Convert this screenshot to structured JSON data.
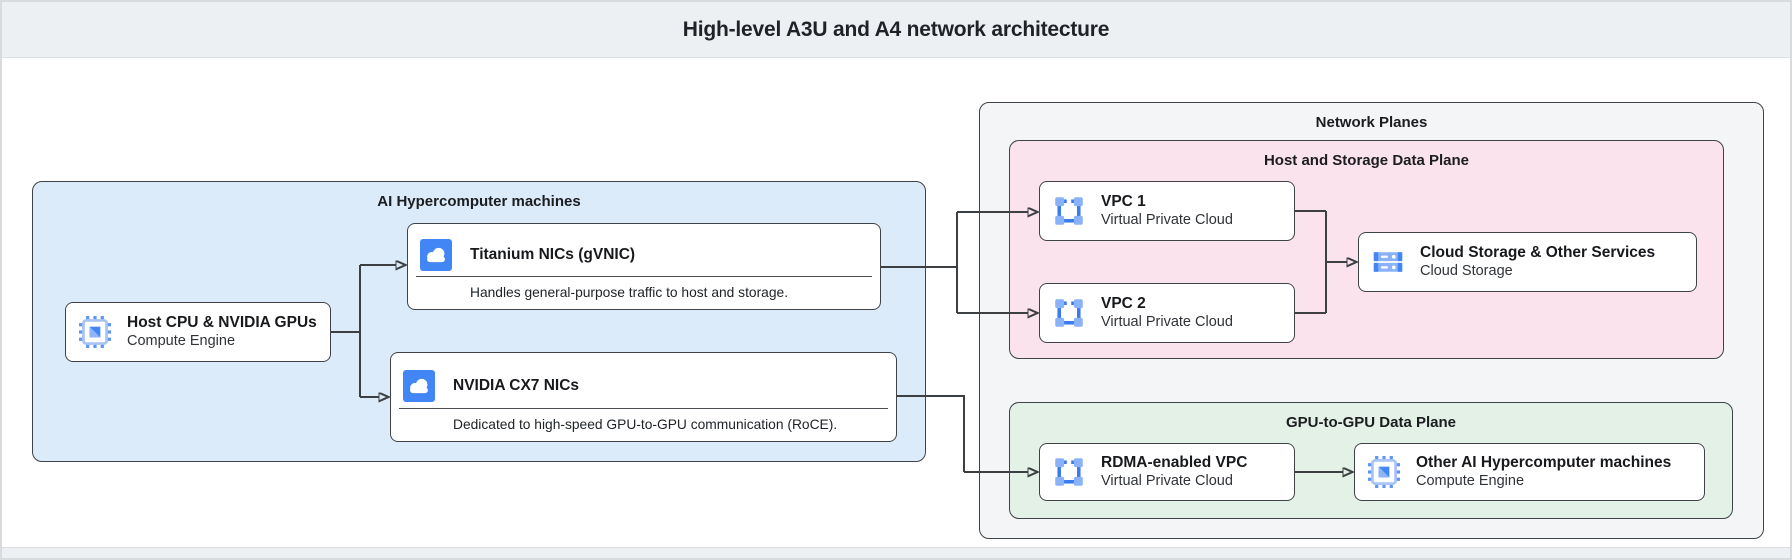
{
  "header": {
    "title": "High-level A3U and A4 network architecture"
  },
  "containers": {
    "ai_machines": {
      "label": "AI Hypercomputer machines"
    },
    "network_planes": {
      "label": "Network Planes"
    },
    "host_storage_plane": {
      "label": "Host and Storage Data Plane"
    },
    "gpu_plane": {
      "label": "GPU-to-GPU Data Plane"
    }
  },
  "nodes": {
    "host_cpu": {
      "title": "Host CPU & NVIDIA GPUs",
      "subtitle": "Compute Engine",
      "icon": "compute-engine-icon"
    },
    "titanium_nics": {
      "title": "Titanium NICs (gVNIC)",
      "description": "Handles general-purpose traffic to host and storage.",
      "icon": "cloud-nic-icon"
    },
    "nvidia_cx7_nics": {
      "title": "NVIDIA CX7 NICs",
      "description": "Dedicated to high-speed GPU-to-GPU communication (RoCE).",
      "icon": "cloud-nic-icon"
    },
    "vpc1": {
      "title": "VPC 1",
      "subtitle": "Virtual Private Cloud",
      "icon": "vpc-icon"
    },
    "vpc2": {
      "title": "VPC 2",
      "subtitle": "Virtual Private Cloud",
      "icon": "vpc-icon"
    },
    "cloud_storage": {
      "title": "Cloud Storage & Other Services",
      "subtitle": "Cloud Storage",
      "icon": "cloud-storage-icon"
    },
    "rdma_vpc": {
      "title": "RDMA-enabled VPC",
      "subtitle": "Virtual Private Cloud",
      "icon": "vpc-icon"
    },
    "other_machines": {
      "title": "Other AI Hypercomputer machines",
      "subtitle": "Compute Engine",
      "icon": "compute-engine-icon"
    }
  },
  "colors": {
    "google_blue": "#4285f4",
    "ai_machines_fill": "#dcebfa",
    "network_planes_fill": "#f4f5f6",
    "host_storage_fill": "#fae3ec",
    "gpu_plane_fill": "#e4f1e6",
    "header_fill": "#edf0f2",
    "connector_line": "#3c4043"
  }
}
